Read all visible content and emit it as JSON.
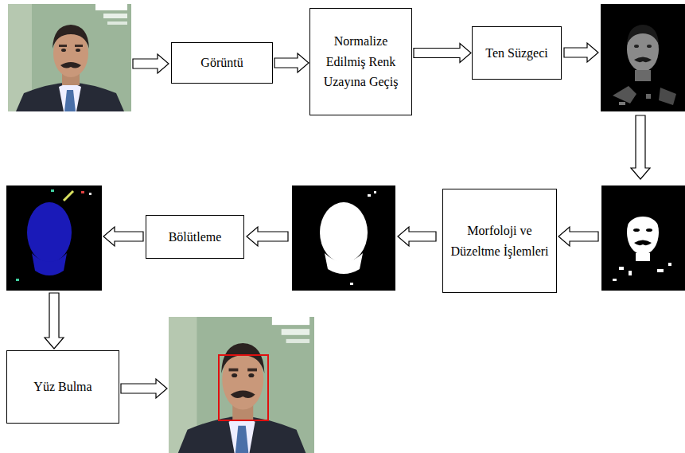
{
  "diagram": {
    "nodes": [
      {
        "text": [
          "Görüntü"
        ]
      },
      {
        "text": [
          "Normalize Edilmiş Renk Uzayına Geçiş"
        ]
      },
      {
        "text": [
          "Ten Süzgeci"
        ]
      },
      {
        "text": [
          "Morfoloji ve Düzeltme İşlemleri"
        ]
      },
      {
        "text": [
          "Bölütleme"
        ]
      },
      {
        "text": [
          "Yüz Bulma"
        ]
      }
    ],
    "edges": [
      {
        "from": 0,
        "to": 1,
        "arrow": "to"
      },
      {
        "from": 1,
        "to": 2,
        "arrow": "to"
      }
    ]
  }
}
